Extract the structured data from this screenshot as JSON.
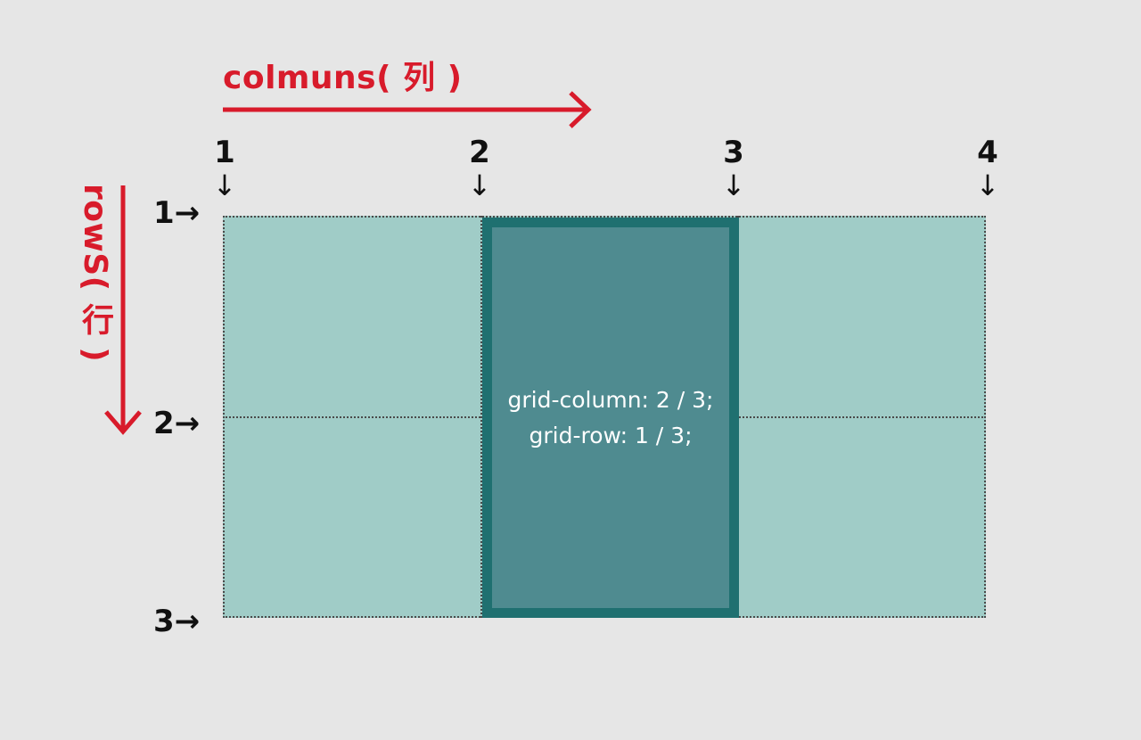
{
  "columns_label": "colmuns( 列 )",
  "rows_label": "rowS( 行 )",
  "column_lines": [
    "1",
    "2",
    "3",
    "4"
  ],
  "row_lines": [
    "1→",
    "2→",
    "3→"
  ],
  "down_arrow": "↓",
  "item": {
    "line1": "grid-column: 2 / 3;",
    "line2": "grid-row: 1 / 3;"
  },
  "colors": {
    "accent": "#d81b2b",
    "grid_cell": "#a0ccc7",
    "item_fill": "#4f8b90",
    "item_border": "#1f7070",
    "background": "#e6e6e6"
  }
}
